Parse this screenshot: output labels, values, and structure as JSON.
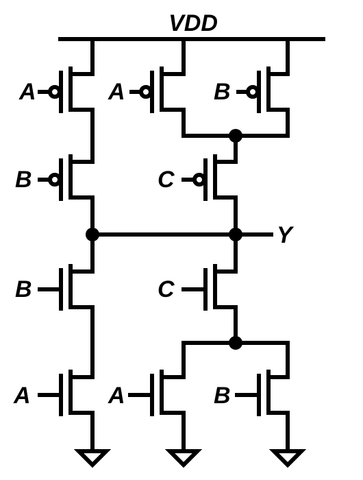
{
  "labels": {
    "vdd": "VDD",
    "output": "Y",
    "p1_gate": "A",
    "p2_gate": "B",
    "p3_gate": "A",
    "p4_gate": "B",
    "p5_gate": "C",
    "n1_gate": "B",
    "n2_gate": "A",
    "n3_gate": "C",
    "n4_gate": "A",
    "n5_gate": "B"
  }
}
